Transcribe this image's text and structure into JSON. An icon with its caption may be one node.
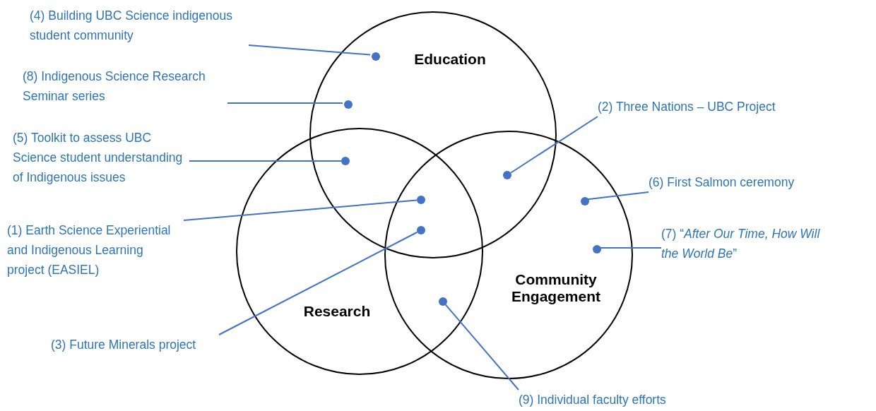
{
  "diagram": {
    "nodes": [
      {
        "text": [
          "Education"
        ]
      },
      {
        "text": [
          "Research"
        ]
      },
      {
        "text": [
          "Community Engagement"
        ]
      },
      {
        "text": [
          "(4) Building UBC Science indigenous student community"
        ]
      },
      {
        "text": [],
        "shape": "circle",
        "in": 0
      },
      {
        "text": [
          "(8) Indigenous Science Research Seminar series"
        ]
      },
      {
        "text": [],
        "shape": "circle",
        "in": 0
      },
      {
        "text": [
          "(2) Three Nations – UBC Project"
        ]
      },
      {
        "text": [],
        "shape": "circle"
      },
      {
        "text": [
          "(5) Toolkit to assess UBC Science student understanding of Indigenous issues"
        ]
      },
      {
        "text": [],
        "shape": "circle"
      },
      {
        "text": [
          "(6) First Salmon ceremony"
        ]
      },
      {
        "text": [],
        "shape": "circle",
        "in": 2
      },
      {
        "text": [
          "(1) Earth Science Experiential and Indigenous Learning project (EASIEL)"
        ]
      },
      {
        "text": [],
        "shape": "circle"
      },
      {
        "text": [
          "(7) “*After Our Time, How Will the World Be*”"
        ]
      },
      {
        "text": [],
        "shape": "circle",
        "in": 2
      },
      {
        "text": [
          "(3) Future Minerals project"
        ]
      },
      {
        "text": [],
        "shape": "circle"
      },
      {
        "text": [
          "(9) Individual faculty efforts"
        ]
      },
      {
        "text": [],
        "shape": "circle"
      }
    ],
    "edges": [
      {
        "from": 3,
        "to": 4,
        "arrow": "none"
      },
      {
        "from": 5,
        "to": 6,
        "arrow": "none"
      },
      {
        "from": 7,
        "to": 8,
        "arrow": "none"
      },
      {
        "from": 9,
        "to": 10,
        "arrow": "none"
      },
      {
        "from": 11,
        "to": 12,
        "arrow": "none"
      },
      {
        "from": 13,
        "to": 14,
        "arrow": "none"
      },
      {
        "from": 15,
        "to": 16,
        "arrow": "none"
      },
      {
        "from": 17,
        "to": 18,
        "arrow": "none"
      },
      {
        "from": 19,
        "to": 20,
        "arrow": "none"
      }
    ]
  }
}
